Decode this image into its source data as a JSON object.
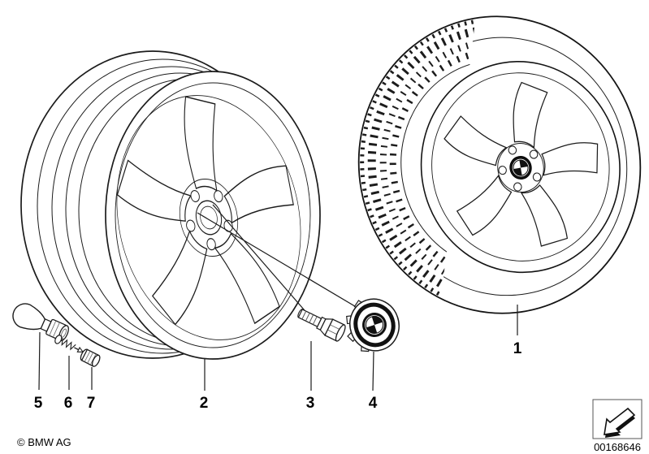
{
  "diagram": {
    "kind": "parts-diagram",
    "callouts": [
      "1",
      "2",
      "3",
      "4",
      "5",
      "6",
      "7"
    ],
    "footer": {
      "copyright": "© BMW AG",
      "document_number": "00168646"
    },
    "icons": {
      "bmw_roundel": "bmw-roundel-icon",
      "direction_arrow": "direction-arrow-icon"
    },
    "colors": {
      "background": "#ffffff",
      "line": "#1c1c1c"
    }
  }
}
